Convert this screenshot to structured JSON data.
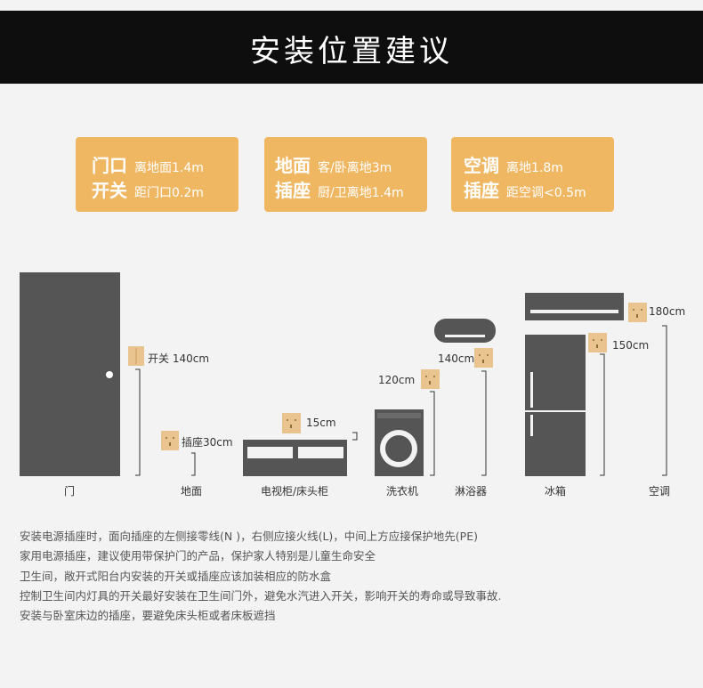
{
  "header": {
    "title": "安装位置建议"
  },
  "cards": [
    {
      "rows": [
        {
          "label": "门口",
          "value": "离地面1.4m"
        },
        {
          "label": "开关",
          "value": "距门口0.2m"
        }
      ]
    },
    {
      "rows": [
        {
          "label": "地面",
          "value": "客/卧离地3m"
        },
        {
          "label": "插座",
          "value": "厨/卫离地1.4m"
        }
      ]
    },
    {
      "rows": [
        {
          "label": "空调",
          "value": "离地1.8m"
        },
        {
          "label": "插座",
          "value": "距空调<0.5m"
        }
      ]
    }
  ],
  "diagram": {
    "tags": {
      "door_switch": "开关 140cm",
      "floor_socket": "插座30cm",
      "tv_socket": "15cm",
      "washer_socket": "120cm",
      "shower_socket": "140cm",
      "fridge_socket": "150cm",
      "ac_socket": "180cm"
    },
    "labels": [
      "门",
      "地面",
      "电视柜/床头柜",
      "洗衣机",
      "淋浴器",
      "冰箱",
      "空调"
    ]
  },
  "notes": [
    "安装电源插座时，面向插座的左侧接零线(N )，右侧应接火线(L)，中间上方应接保护地先(PE)",
    "家用电源插座，建议使用带保护门的产品，保护家人特别是儿童生命安全",
    "卫生间，敞开式阳台内安装的开关或插座应该加装相应的防水盒",
    "控制卫生间内灯具的开关最好安装在卫生间门外，避免水汽进入开关，影响开关的寿命或导致事故.",
    "安装与卧室床边的插座，要避免床头柜或者床板遮挡"
  ],
  "colors": {
    "header": "#0e0e0e",
    "card": "#f0b762",
    "appliance": "#555555",
    "socket": "#e9c48f"
  }
}
